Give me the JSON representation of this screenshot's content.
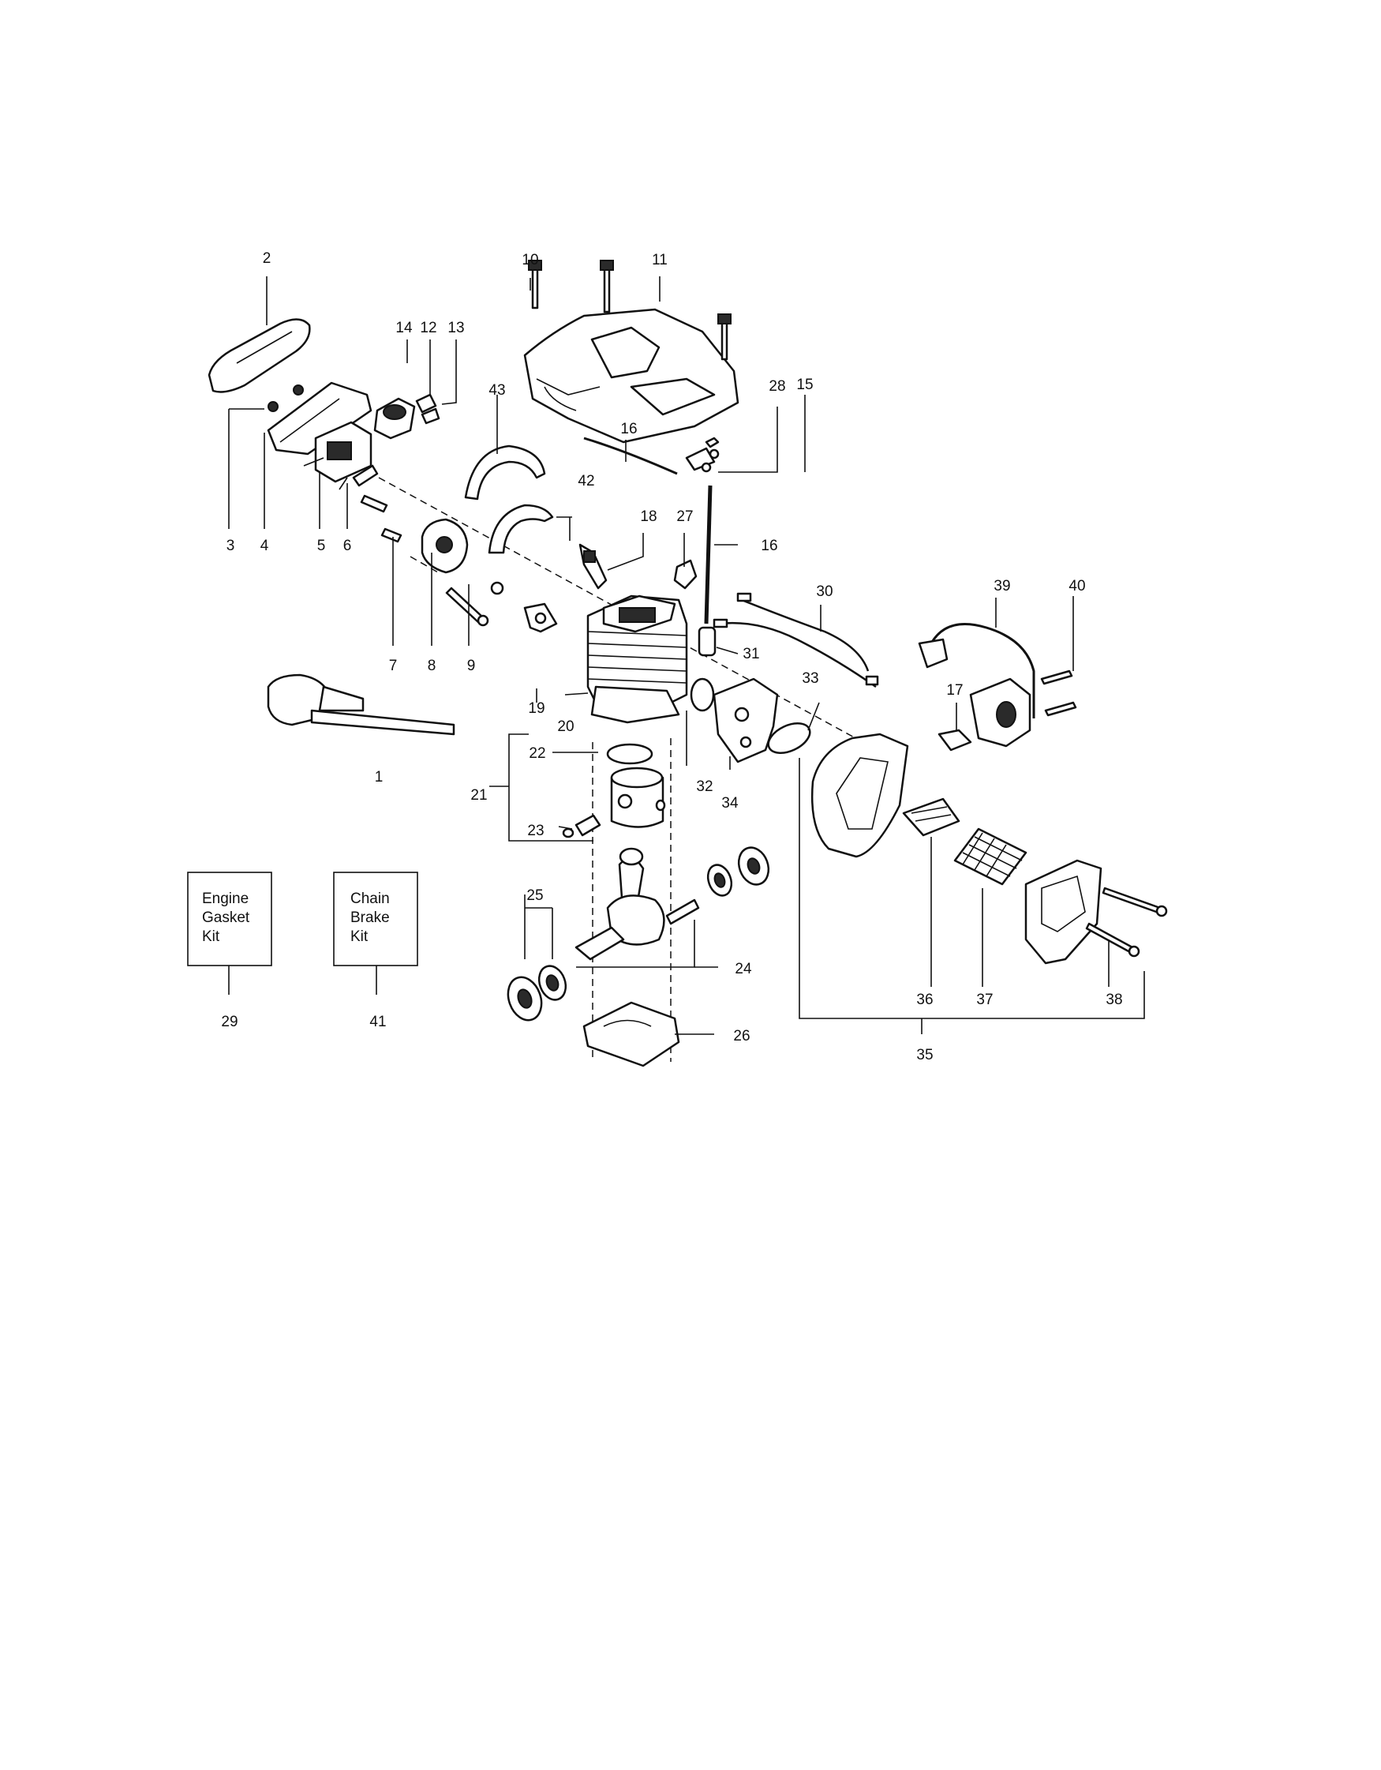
{
  "callouts": {
    "n1": "1",
    "n2": "2",
    "n3": "3",
    "n4": "4",
    "n5": "5",
    "n6": "6",
    "n7": "7",
    "n8": "8",
    "n9": "9",
    "n10": "10",
    "n11": "11",
    "n12": "12",
    "n13": "13",
    "n14": "14",
    "n15": "15",
    "n16a": "16",
    "n16b": "16",
    "n17": "17",
    "n18": "18",
    "n19": "19",
    "n20": "20",
    "n21": "21",
    "n22": "22",
    "n23": "23",
    "n24": "24",
    "n25": "25",
    "n26": "26",
    "n27": "27",
    "n28": "28",
    "n29": "29",
    "n30": "30",
    "n31": "31",
    "n32": "32",
    "n33": "33",
    "n34": "34",
    "n35": "35",
    "n36": "36",
    "n37": "37",
    "n38": "38",
    "n39": "39",
    "n40": "40",
    "n41": "41",
    "n42": "42",
    "n43": "43"
  },
  "kits": {
    "engine_gasket": [
      "Engine",
      "Gasket",
      "Kit"
    ],
    "chain_brake": [
      "Chain",
      "Brake",
      "Kit"
    ]
  }
}
